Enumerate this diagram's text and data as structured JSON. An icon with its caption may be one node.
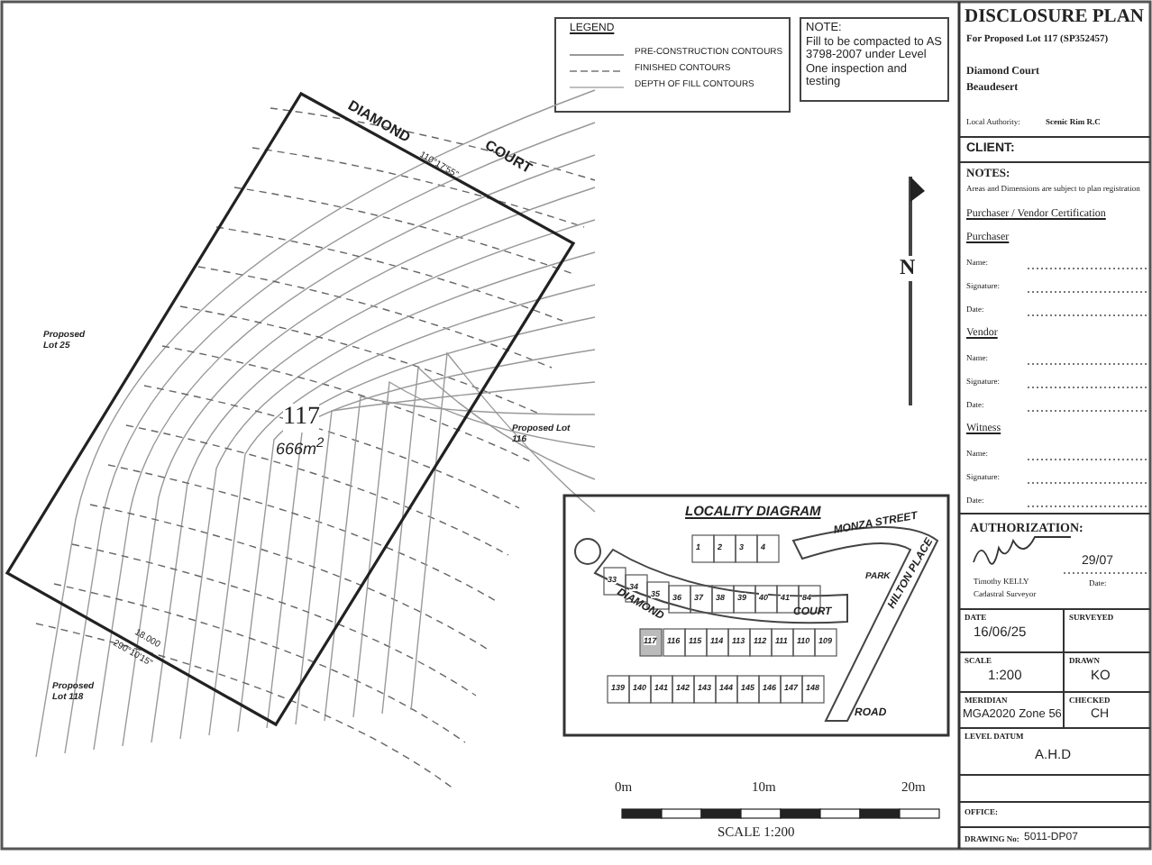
{
  "diagram": {
    "title": "DISCLOSURE PLAN",
    "labels": [
      "LEGEND",
      "NOTE:",
      "Fill to be compacted to AS 3798-2007 under Level One inspection and testing",
      "DIAMOND",
      "110°17'55\"",
      "COURT",
      "Proposed Lot 25",
      "117",
      "666m$^{2}$",
      "Proposed Lot 116",
      "18.000",
      "290°10'15\"",
      "Proposed Lot 118",
      "N",
      "LOCALITY DIAGRAM",
      "MONZA STREET",
      "HILTON PLACE",
      "DIAMOND",
      "COURT",
      "PARK",
      "ROAD",
      "0m",
      "10m",
      "20m",
      "SCALE 1:200",
      "For Proposed Lot 117 (SP352457)",
      "Diamond Court",
      "Beaudesert",
      "Local Authority:",
      "Scenic Rim R.C",
      "CLIENT:",
      "NOTES:",
      "Areas and Dimensions are subject to plan registration",
      "Purchaser / Vendor Certification",
      "Purchaser",
      "Name:",
      "Signature:",
      "Date:",
      "Vendor",
      "Name:",
      "Signature:",
      "Date:",
      "Witness",
      "Name:",
      "Signature:",
      "Date:",
      "AUTHORIZATION:",
      "29/07",
      "Timothy KELLY",
      "Cadastral Surveyor",
      "Date:",
      "DATE",
      "16/06/25",
      "SURVEYED",
      "SCALE",
      "1:200",
      "DRAWN",
      "KO",
      "MERIDIAN",
      "MGA2020 Zone 56",
      "CHECKED",
      "CH",
      "LEVEL DATUM",
      "A.H.D",
      "OFFICE:",
      "DRAWING No:",
      "5011-DP07",
      "1",
      "2",
      "3",
      "4",
      "33",
      "34",
      "35",
      "36",
      "37",
      "38",
      "39",
      "40",
      "41",
      "84",
      "117",
      "116",
      "115",
      "114",
      "113",
      "112",
      "111",
      "110",
      "109",
      "139",
      "140",
      "141",
      "142",
      "143",
      "144",
      "145",
      "146",
      "147",
      "148"
    ],
    "legend": [
      {
        "text": "PRE-CONSTRUCTION CONTOURS"
      },
      {
        "text": "FINISHED CONTOURS"
      },
      {
        "text": "DEPTH OF FILL CONTOURS"
      }
    ]
  }
}
